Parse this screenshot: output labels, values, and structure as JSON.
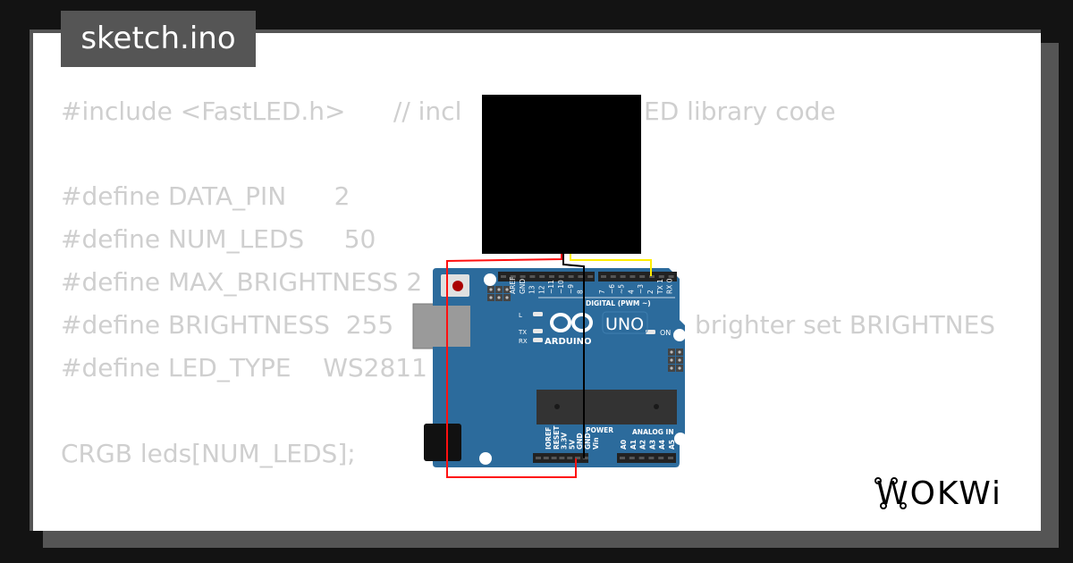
{
  "tab": {
    "filename": "sketch.ino"
  },
  "code_lines": [
    {
      "text": "#include <FastLED.h>      // incl",
      "tail": "ED library code"
    },
    {
      "text": "#define DATA_PIN      2",
      "tail": ""
    },
    {
      "text": "#define NUM_LEDS     50",
      "tail": ""
    },
    {
      "text": "#define MAX_BRIGHTNESS 2",
      "tail": ""
    },
    {
      "text": "#define BRIGHTNESS  255",
      "tail": "brighter set BRIGHTNES"
    },
    {
      "text": "#define LED_TYPE    WS2811",
      "tail": ""
    },
    {
      "text": "CRGB leds[NUM_LEDS];",
      "tail": ""
    }
  ],
  "arduino": {
    "top_pins_left": [
      "AREF",
      "GND",
      "13",
      "12",
      "~11",
      "~10",
      "~9",
      "8"
    ],
    "top_pins_right": [
      "7",
      "~6",
      "~5",
      "4",
      "~3",
      "2",
      "TX 1",
      "RX 0"
    ],
    "digital_label": "DIGITAL (PWM ~)",
    "leds": [
      "L",
      "TX",
      "RX"
    ],
    "on_label": "ON",
    "model": "UNO",
    "brand": "ARDUINO",
    "power_label": "POWER",
    "analog_label": "ANALOG IN",
    "power_pins": [
      "IOREF",
      "RESET",
      "3.3V",
      "5V",
      "GND",
      "GND",
      "Vin"
    ],
    "analog_pins": [
      "A0",
      "A1",
      "A2",
      "A3",
      "A4",
      "A5"
    ]
  },
  "colors": {
    "board": "#2c6b9c",
    "wire_power": "#ff1010",
    "wire_ground": "#000000",
    "wire_data": "#ffee00",
    "led_matrix": "#000000"
  },
  "logo": {
    "text": "WOKWi"
  }
}
